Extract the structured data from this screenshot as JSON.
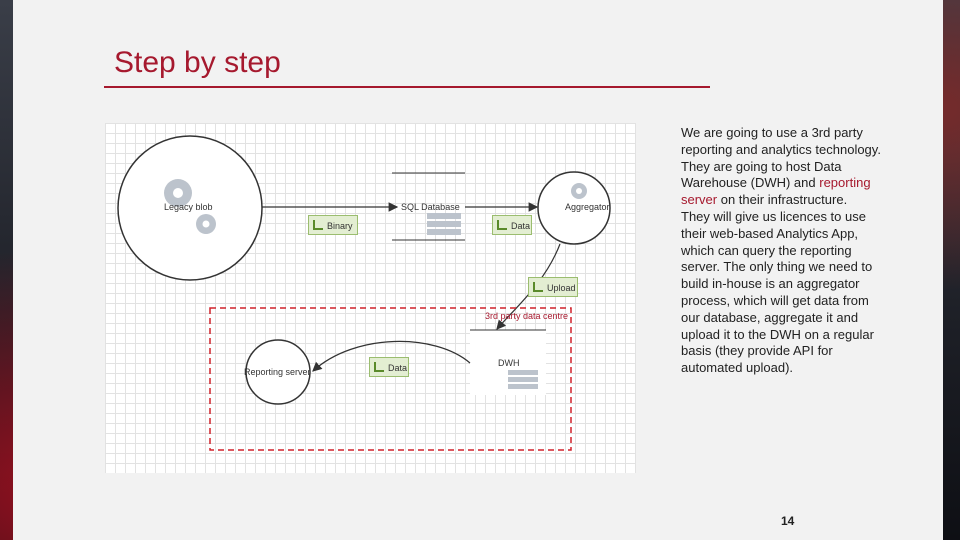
{
  "slide": {
    "title": "Step by step",
    "page_number": "14",
    "body": {
      "p1_a": "We are going to use a 3rd party reporting and analytics technology. They are going to host Data Warehouse (DWH) and ",
      "p1_highlight": "reporting server",
      "p1_b": " on their infrastructure.",
      "p2": "They will give us licences to use their web-based Analytics App, which can query the reporting server. The only thing we need to build in-house is an aggregator process, which will get data from our database, aggregate it and upload it to the DWH on a regular basis (they provide API for automated upload)."
    }
  },
  "diagram": {
    "nodes": {
      "legacy_blob": "Legacy blob",
      "sql_database": "SQL Database",
      "aggregator": "Aggregator",
      "reporting_server": "Reporting server",
      "dwh": "DWH",
      "third_party_zone": "3rd party data centre"
    },
    "chips": {
      "binary": "Binary",
      "data_top": "Data",
      "upload": "Upload",
      "data_bottom": "Data"
    }
  },
  "colors": {
    "accent": "#a6192e",
    "dashed_border": "#d0202a",
    "chip_fill": "#e3eed2"
  }
}
